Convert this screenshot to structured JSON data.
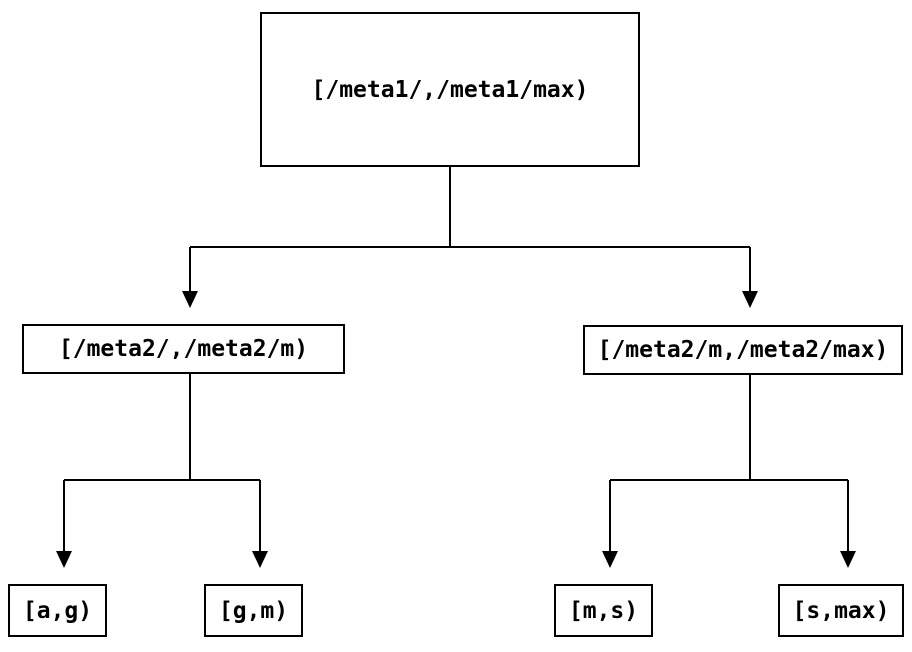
{
  "diagram": {
    "colors": {
      "line": "#000000",
      "background": "#ffffff"
    },
    "nodes": {
      "root": {
        "label": "[/meta1/,/meta1/max)"
      },
      "level2_left": {
        "label": "[/meta2/,/meta2/m)"
      },
      "level2_right": {
        "label": "[/meta2/m,/meta2/max)"
      },
      "leaf_ag": {
        "label": "[a,g)"
      },
      "leaf_gm": {
        "label": "[g,m)"
      },
      "leaf_ms": {
        "label": "[m,s)"
      },
      "leaf_smax": {
        "label": "[s,max)"
      }
    }
  }
}
